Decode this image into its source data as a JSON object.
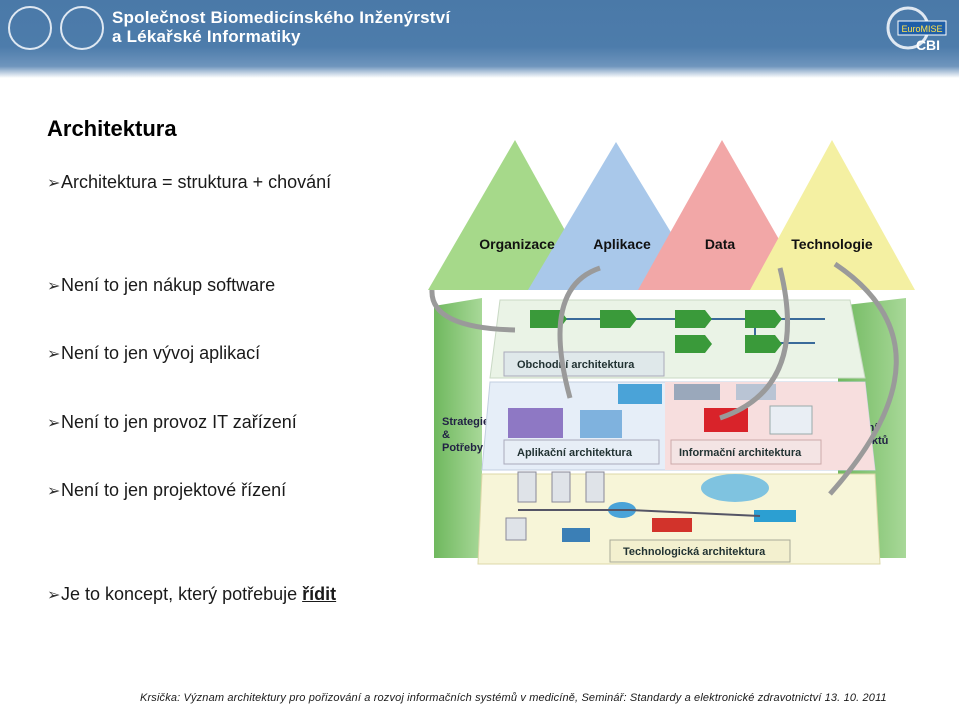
{
  "header": {
    "org_line1": "Společnost Biomedicínského Inženýrství",
    "org_line2": "a Lékařské Informatiky",
    "badge_top": "EuroMISE",
    "badge_bottom": "CBI"
  },
  "slide": {
    "title": "Architektura",
    "bullets": [
      "Architektura = struktura + chování",
      "Není to jen nákup software",
      "Není to jen vývoj aplikací",
      "Není to jen provoz IT zařízení",
      "Není to jen projektové řízení"
    ],
    "last_bullet_prefix": "Je to koncept, který potřebuje ",
    "last_bullet_emphasis": "řídit"
  },
  "diagram": {
    "peaks": [
      "Organizace",
      "Aplikace",
      "Data",
      "Technologie"
    ],
    "layers": {
      "business": "Obchodní architektura",
      "application": "Aplikační architektura",
      "information": "Informační architektura",
      "technology": "Technologická architektura"
    },
    "left_pillar": [
      "Strategie",
      "&",
      "Potřeby"
    ],
    "right_pillar": [
      "Řízení",
      "projektů"
    ],
    "colors": {
      "organizace": "#a6d98a",
      "aplikace": "#a9c8ea",
      "data": "#f2a7a7",
      "technologie": "#f4f0a2",
      "pillar": "#8dc77a",
      "process_arrow": "#3a9a3a"
    }
  },
  "footer": {
    "text": "Krsička: Význam architektury pro pořizování a rozvoj informačních systémů v medicíně, Seminář: Standardy a elektronické zdravotnictví 13. 10. 2011"
  }
}
